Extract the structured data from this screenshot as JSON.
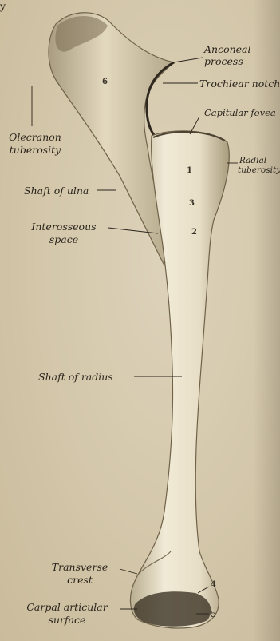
{
  "corner_text": "y",
  "labels": {
    "anconeal_line1": "Anconeal",
    "anconeal_line2": "process",
    "trochlear_notch": "Trochlear notch",
    "capitular_fovea": "Capitular fovea",
    "radial_line1": "Radial",
    "radial_line2": "tuberosity",
    "olecranon_line1": "Olecranon",
    "olecranon_line2": "tuberosity",
    "shaft_ulna": "Shaft of ulna",
    "interosseous_line1": "Interosseous",
    "interosseous_line2": "space",
    "shaft_radius": "Shaft of radius",
    "transverse_line1": "Transverse",
    "transverse_line2": "crest",
    "carpal_line1": "Carpal articular",
    "carpal_line2": "surface"
  },
  "numbers": {
    "n6": "6",
    "n1": "1",
    "n3": "3",
    "n2": "2",
    "n4": "4",
    "n5": "5"
  },
  "colors": {
    "paper": "#d6cab0",
    "bone": "#efe7d2",
    "bone_shadow": "#8d7f62",
    "ink": "#2a241c"
  }
}
